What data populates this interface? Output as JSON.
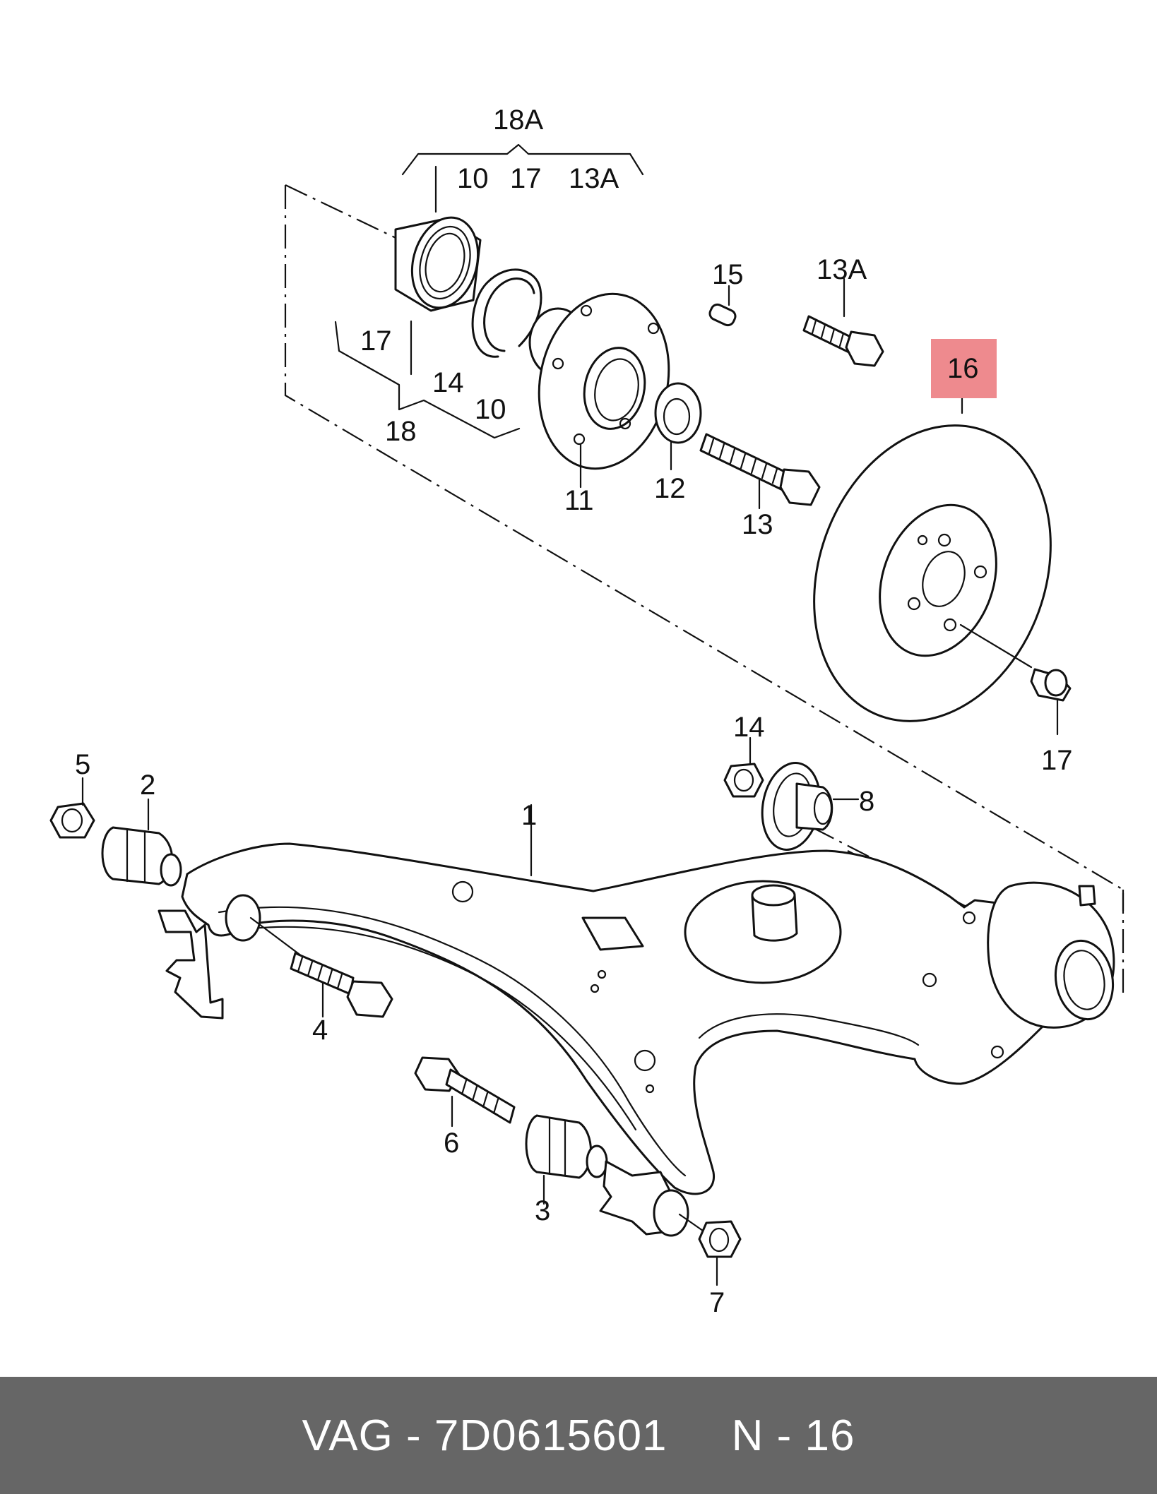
{
  "diagram": {
    "labels": {
      "group_18a": "18A",
      "group_18a_10": "10",
      "group_18a_17": "17",
      "group_18a_13a": "13A",
      "group_18_17": "17",
      "group_18_14": "14",
      "group_18_10": "10",
      "group_18": "18",
      "part_1": "1",
      "part_2": "2",
      "part_3": "3",
      "part_4": "4",
      "part_5": "5",
      "part_6": "6",
      "part_7": "7",
      "part_8": "8",
      "part_11": "11",
      "part_12": "12",
      "part_13": "13",
      "part_13a": "13A",
      "part_14": "14",
      "part_15": "15",
      "part_16": "16",
      "part_17": "17"
    },
    "highlighted_part": "16",
    "highlight_color": "#ee8a8e"
  },
  "footer": {
    "caption": "VAG - 7D0615601     N - 16",
    "background": "#666666",
    "text_color": "#ffffff"
  }
}
